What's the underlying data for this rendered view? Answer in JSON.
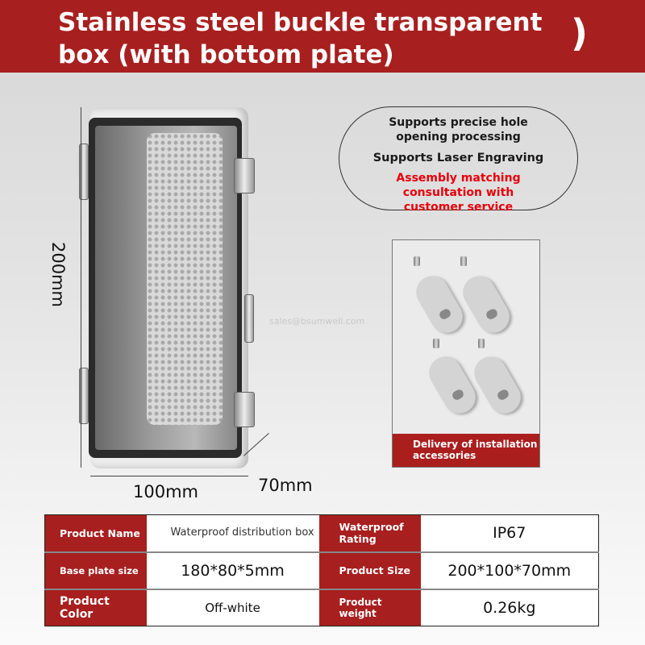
{
  "banner": {
    "title": "Stainless steel buckle transparent box (with bottom plate)",
    "trailing_glyph": ")",
    "color": "#a81f1f"
  },
  "dimensions": {
    "height": "200mm",
    "width": "100mm",
    "depth": "70mm"
  },
  "features": {
    "line1": "Supports precise hole opening processing",
    "line2": "Supports Laser Engraving",
    "line3": "Assembly matching consultation with customer service",
    "highlight_color": "#e8000b"
  },
  "accessories": {
    "label": "Delivery of installation accessories"
  },
  "watermark": "sales@bsumwell.com",
  "specs": [
    {
      "label": "Product Name",
      "value": "Waterproof distribution box",
      "label2": "Waterproof Rating",
      "value2": "IP67"
    },
    {
      "label": "Base plate size",
      "value": "180*80*5mm",
      "label2": "Product Size",
      "value2": "200*100*70mm"
    },
    {
      "label": "Product Color",
      "value": "Off-white",
      "label2": "Product weight",
      "value2": "0.26kg"
    }
  ]
}
